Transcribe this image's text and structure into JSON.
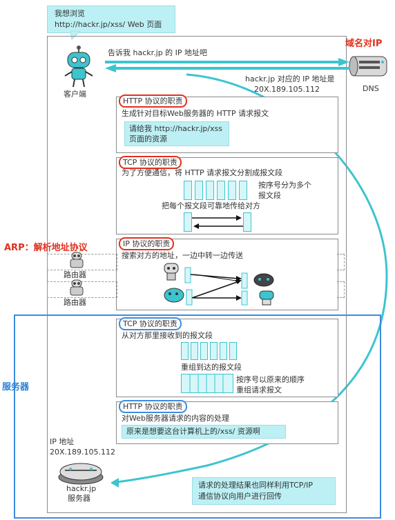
{
  "speech_bubble": {
    "line1": "我想浏览",
    "line2": "http://hackr.jp/xss/ Web 页面"
  },
  "client": {
    "label": "客户端"
  },
  "dns": {
    "label": "DNS",
    "callout": "域名对IP"
  },
  "query_text": "告诉我 hackr.jp 的 IP 地址吧",
  "dns_reply": {
    "line1": "hackr.jp 对应的 IP 地址是",
    "line2": "20X.189.105.112"
  },
  "http_client": {
    "title": "HTTP 协议的职责",
    "desc": "生成针对目标Web服务器的 HTTP 请求报文",
    "request_line1": "请给我 http://hackr.jp/xss",
    "request_line2": "页面的资源"
  },
  "tcp_client": {
    "title": "TCP 协议的职责",
    "desc": "为了方便通信，将 HTTP 请求报文分割成报文段",
    "note_line1": "按序号分为多个",
    "note_line2": "报文段",
    "note2": "把每个报文段可靠地传给对方"
  },
  "arp_label": "ARP：解析地址协议",
  "ip_layer": {
    "title": "IP 协议的职责",
    "desc": "搜索对方的地址，一边中转一边传送"
  },
  "routers": [
    {
      "label": "路由器"
    },
    {
      "label": "路由器"
    }
  ],
  "server_label": "服务器",
  "tcp_server": {
    "title": "TCP 协议的职责",
    "desc": "从对方那里接收到的报文段",
    "reassembled": "重组到达的报文段",
    "note_line1": "按序号以原来的顺序",
    "note_line2": "重组请求报文"
  },
  "http_server": {
    "title": "HTTP 协议的职责",
    "desc": "对Web服务器请求的内容的处理",
    "result": "原来是想要这台计算机上的/xss/ 资源啊"
  },
  "server_info": {
    "ip_label": "IP 地址",
    "ip": "20X.189.105.112",
    "host": "hackr.jp",
    "host_label": "服务器"
  },
  "response_note": {
    "line1": "请求的处理结果也同样利用TCP/IP",
    "line2": "通信协议向用户进行回传"
  },
  "colors": {
    "cyan": "#3cc4cf",
    "red": "#e0301e",
    "blue": "#3a8cde",
    "light_cyan": "#bdf0f4"
  }
}
